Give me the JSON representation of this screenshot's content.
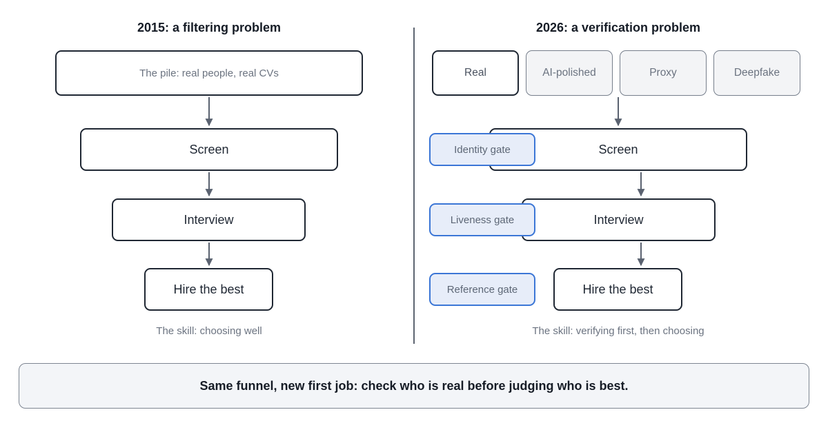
{
  "left": {
    "title": "2015: a filtering problem",
    "pile": "The pile: real people, real CVs",
    "steps": [
      "Screen",
      "Interview",
      "Hire the best"
    ],
    "caption": "The skill: choosing well"
  },
  "right": {
    "title": "2026: a verification problem",
    "sources": [
      "Real",
      "AI-polished",
      "Proxy",
      "Deepfake"
    ],
    "steps": [
      "Screen",
      "Interview",
      "Hire the best"
    ],
    "gates": [
      "Identity gate",
      "Liveness gate",
      "Reference gate"
    ],
    "caption": "The skill: verifying first, then choosing"
  },
  "banner": "Same funnel, new first job: check who is real before judging who is best."
}
